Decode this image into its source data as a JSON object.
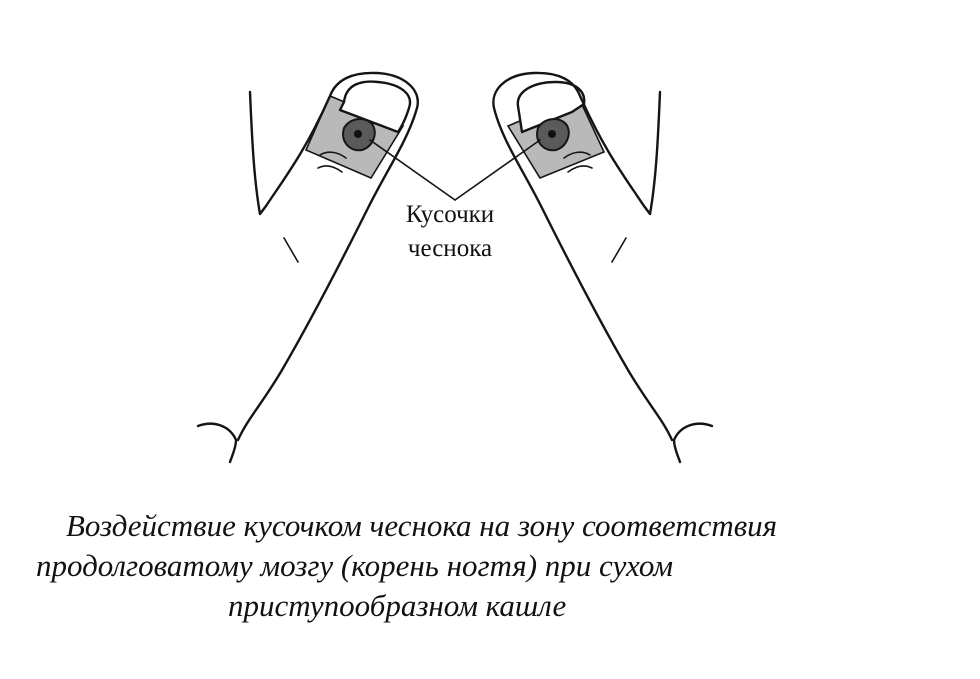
{
  "callout": {
    "line1": "Кусочки",
    "line2": "чеснока"
  },
  "caption": {
    "line1": "Воздействие кусочком чеснока на зону соответствия",
    "line2": "продолговатому мозгу (корень ногтя) при сухом",
    "line3": "приступообразном кашле"
  },
  "colors": {
    "line": "#151515",
    "nail_root_band": "#b9b9b9",
    "garlic_piece": "#5a5a5a",
    "background": "#ffffff"
  }
}
